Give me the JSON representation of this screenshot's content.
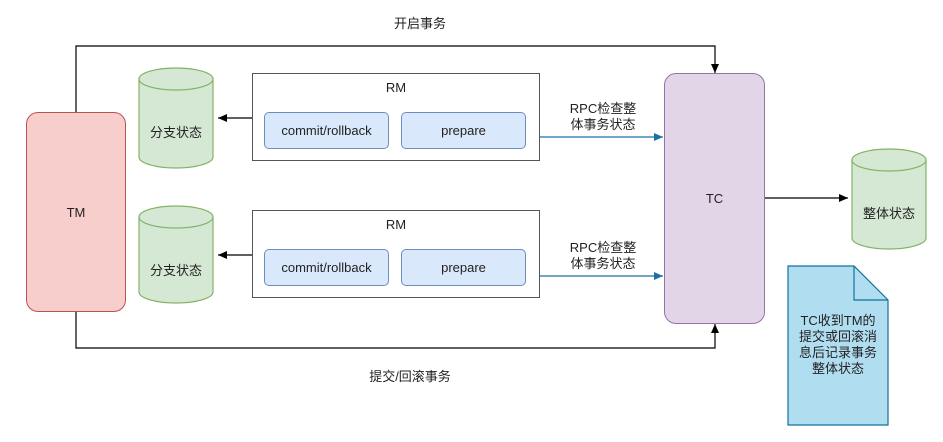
{
  "edges": {
    "begin_global": "开启事务",
    "commit_rollback_global": "提交/回滚事务",
    "rpc_check_1": [
      "RPC检查整",
      "体事务状态"
    ],
    "rpc_check_2": [
      "RPC检查整",
      "体事务状态"
    ]
  },
  "tm": {
    "label": "TM"
  },
  "tc": {
    "label": "TC"
  },
  "rm1": {
    "title": "RM",
    "commit_label": "commit/rollback",
    "prepare_label": "prepare"
  },
  "rm2": {
    "title": "RM",
    "commit_label": "commit/rollback",
    "prepare_label": "prepare"
  },
  "branch_state_1": {
    "label": "分支状态"
  },
  "branch_state_2": {
    "label": "分支状态"
  },
  "global_state": {
    "label": "整体状态"
  },
  "note": {
    "lines": [
      "TC收到TM的",
      "提交或回滚消",
      "息后记录事务",
      "整体状态"
    ]
  },
  "colors": {
    "tm_fill": "#f8cecc",
    "tm_stroke": "#b85450",
    "tc_fill": "#e1d5e7",
    "tc_stroke": "#9673a6",
    "cyl_fill": "#d5e8d4",
    "cyl_stroke": "#82b366",
    "btn_fill": "#dae8fc",
    "btn_stroke": "#6c8ebf",
    "note_fill": "#b1ddf0",
    "note_stroke": "#10739e",
    "arrow_blue": "#1f6fa3"
  }
}
